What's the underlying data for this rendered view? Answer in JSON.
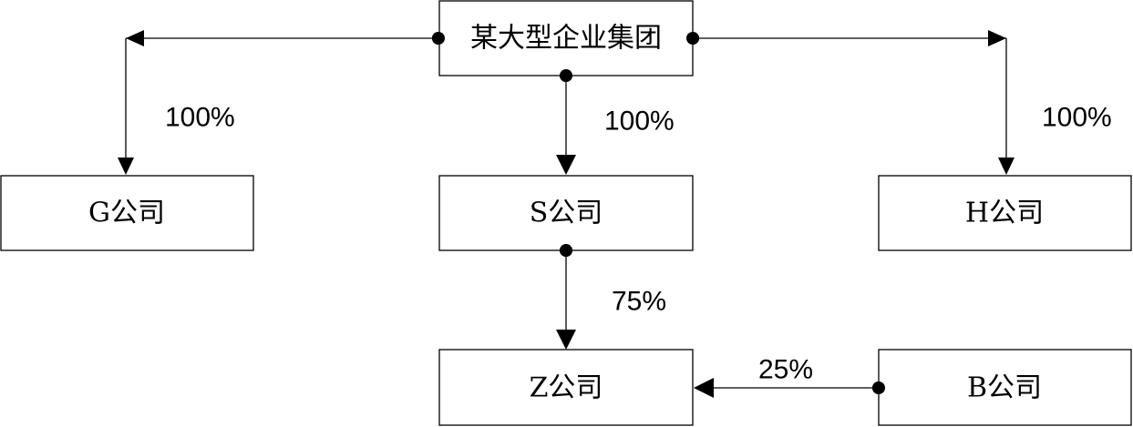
{
  "nodes": {
    "group": {
      "label": "某大型企业集团"
    },
    "g": {
      "label": "G公司"
    },
    "s": {
      "label": "S公司"
    },
    "h": {
      "label": "H公司"
    },
    "z": {
      "label": "Z公司"
    },
    "b": {
      "label": "B公司"
    }
  },
  "edges": {
    "group_to_g": {
      "from": "某大型企业集团",
      "to": "G公司",
      "label": "100%"
    },
    "group_to_s": {
      "from": "某大型企业集团",
      "to": "S公司",
      "label": "100%"
    },
    "group_to_h": {
      "from": "某大型企业集团",
      "to": "H公司",
      "label": "100%"
    },
    "s_to_z": {
      "from": "S公司",
      "to": "Z公司",
      "label": "75%"
    },
    "b_to_z": {
      "from": "B公司",
      "to": "Z公司",
      "label": "25%"
    }
  }
}
